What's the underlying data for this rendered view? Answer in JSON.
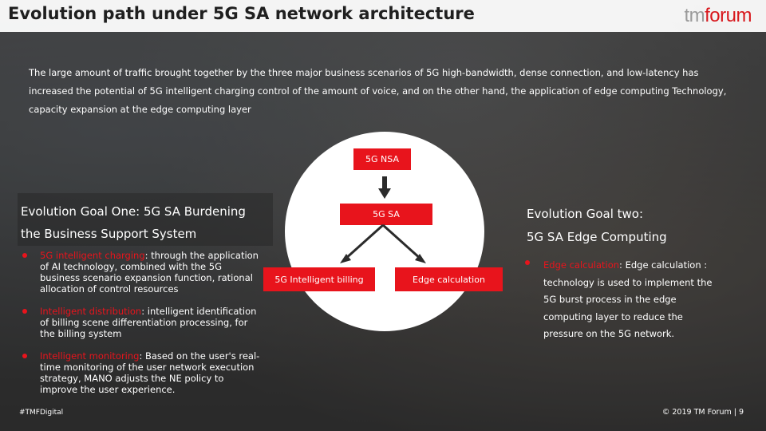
{
  "header": {
    "title": "Evolution path under 5G SA network architecture",
    "logo_light": "tm",
    "logo_bold": "forum"
  },
  "intro": {
    "text": "The large amount of traffic brought together by the three major business scenarios of 5G high-bandwidth, dense connection, and low-latency has increased the potential of 5G intelligent charging control of the amount of voice, and on the other hand, the application of edge computing Technology, capacity expansion at the edge computing layer"
  },
  "diagram": {
    "top_box": "5G NSA",
    "center_box": "5G SA",
    "left_box": "5G Intelligent billing",
    "right_box": "Edge calculation"
  },
  "goal_one": {
    "heading_line1": "Evolution Goal One: 5G SA  Burdening",
    "heading_line2": "the Business  Support System",
    "bullets": [
      {
        "key": "5G intelligent charging",
        "rest": ": through the application of AI technology, combined with the 5G business scenario expansion function, rational allocation of control resources"
      },
      {
        "key": "Intelligent distribution",
        "rest": ": intelligent identification of billing scene differentiation processing, for the billing system"
      },
      {
        "key": "Intelligent monitoring",
        "rest": ": Based on the user's real-time monitoring of the user network execution strategy, MANO adjusts the NE policy to improve the user experience."
      }
    ]
  },
  "goal_two": {
    "heading_line1": "Evolution Goal two:",
    "heading_line2": "5G SA Edge Computing",
    "bullet_key": "Edge calculation",
    "bullet_rest": ": Edge calculation : technology is used to implement the 5G burst process in the edge computing layer to reduce the pressure on the 5G network."
  },
  "footer": {
    "hashtag": "#TMFDigital",
    "copyright": "© 2019 TM Forum |  9"
  },
  "colors": {
    "accent": "#e8141c",
    "text_light": "#ffffff",
    "title_dark": "#1f1f1f"
  }
}
